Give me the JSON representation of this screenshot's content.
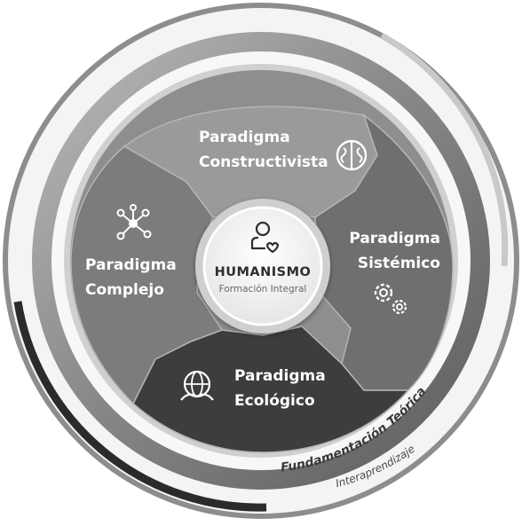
{
  "center": {
    "title": "HUMANISMO",
    "subtitle": "Formación Integral",
    "icon": "person-heart-icon"
  },
  "segments": [
    {
      "id": "constructivista",
      "line1": "Paradigma",
      "line2": "Constructivista",
      "icon": "brain-icon",
      "color": "#9a9a9a"
    },
    {
      "id": "sistemico",
      "line1": "Paradigma",
      "line2": "Sistémico",
      "icon": "gears-icon",
      "color": "#6f6f6f"
    },
    {
      "id": "ecologico",
      "line1": "Paradigma",
      "line2": "Ecológico",
      "icon": "globe-leaf-icon",
      "color": "#3d3d3d"
    },
    {
      "id": "complejo",
      "line1": "Paradigma",
      "line2": "Complejo",
      "icon": "network-icon",
      "color": "#7c7c7c"
    }
  ],
  "outer_ring": {
    "primary_text": "Fundamentación Teórica",
    "secondary_text": "Interaprendizaje"
  }
}
